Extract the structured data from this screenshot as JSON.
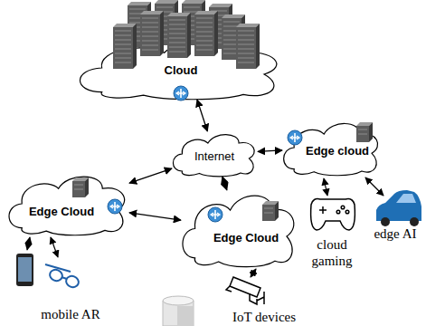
{
  "diagram": {
    "nodes": [
      {
        "text": [
          "Cloud"
        ]
      },
      {
        "text": [
          "Internet"
        ]
      },
      {
        "text": [
          "Edge Cloud"
        ]
      },
      {
        "text": [
          "Edge Cloud"
        ]
      },
      {
        "text": [
          "Edge cloud"
        ]
      }
    ],
    "edges": [
      {
        "from": 0,
        "to": 1,
        "arrow": "both"
      },
      {
        "from": 2,
        "to": 1,
        "arrow": "both"
      },
      {
        "from": 3,
        "to": 1,
        "arrow": "both"
      },
      {
        "from": 4,
        "to": 1,
        "arrow": "both"
      },
      {
        "from": 2,
        "to": 3,
        "arrow": "both"
      }
    ],
    "labels": [
      "cloud gaming",
      "edge AI",
      "mobile AR",
      "IoT devices"
    ]
  }
}
